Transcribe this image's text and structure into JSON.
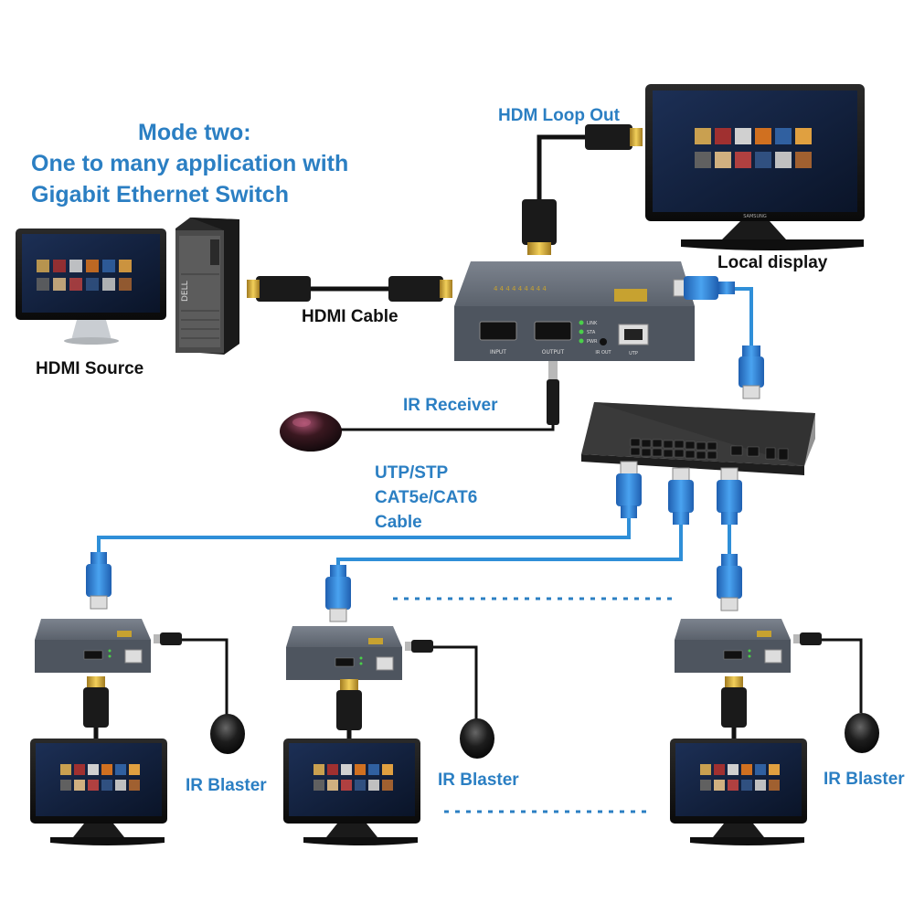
{
  "title": {
    "line1": "Mode two:",
    "line2": "One to many application with",
    "line3": "Gigabit Ethernet Switch"
  },
  "labels": {
    "hdmi_loop_out": "HDM Loop Out",
    "local_display": "Local display",
    "hdmi_cable": "HDMI Cable",
    "hdmi_source": "HDMI Source",
    "ir_receiver": "IR Receiver",
    "cable_line1": "UTP/STP",
    "cable_line2": "CAT5e/CAT6",
    "cable_line3": "Cable",
    "ir_blaster_1": "IR Blaster",
    "ir_blaster_2": "IR Blaster",
    "ir_blaster_3": "IR Blaster"
  },
  "transmitter": {
    "port_input": "INPUT",
    "port_output": "OUTPUT",
    "led_link": "LINK",
    "led_sta": "STA",
    "led_pwr": "PWR",
    "port_ir_out": "IR OUT",
    "port_utp": "UTP"
  },
  "brand": {
    "pc": "DELL",
    "monitor": "SAMSUNG"
  },
  "colors": {
    "label_blue": "#2b7fc3",
    "cable_blue": "#2f8fd8",
    "device_gray": "#5d6470"
  }
}
